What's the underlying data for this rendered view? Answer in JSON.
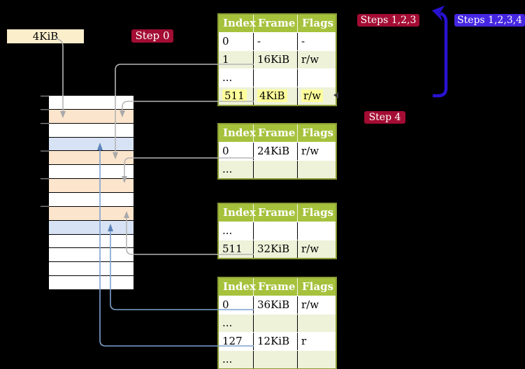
{
  "colors": {
    "background": "#000000",
    "crimson_badge": "#a30c33",
    "violet_badge": "#4527e2",
    "big_arrow_blue": "#2812d1",
    "table_header_green": "#a6c23d",
    "table_border_olive": "#8a9c35",
    "table_row_light": "#eef2d9",
    "highlight_yellow": "#ffff9c",
    "frame_box_beige": "#fbeecb",
    "mem_orange": "#fce5cd",
    "mem_blue": "#d7e3f4",
    "connector_gray": "#b5b5b5",
    "connector_blue": "#7fa1cf"
  },
  "labels": {
    "frame_size": "4KiB",
    "step0": "Step 0",
    "steps123": "Steps 1,2,3",
    "steps1234": "Steps 1,2,3,4",
    "step4": "Step 4"
  },
  "tables": [
    {
      "headers": [
        "Index",
        "Frame",
        "Flags"
      ],
      "rows": [
        {
          "cells": [
            "0",
            "-",
            "-"
          ],
          "shaded": false,
          "highlighted": false
        },
        {
          "cells": [
            "1",
            "16KiB",
            "r/w"
          ],
          "shaded": true,
          "highlighted": false
        },
        {
          "cells": [
            "...",
            "",
            ""
          ],
          "shaded": false,
          "highlighted": false
        },
        {
          "cells": [
            "511",
            "4KiB",
            "r/w"
          ],
          "shaded": true,
          "highlighted": true
        }
      ]
    },
    {
      "headers": [
        "Index",
        "Frame",
        "Flags"
      ],
      "rows": [
        {
          "cells": [
            "0",
            "24KiB",
            "r/w"
          ],
          "shaded": false,
          "highlighted": false
        },
        {
          "cells": [
            "...",
            "",
            ""
          ],
          "shaded": true,
          "highlighted": false
        }
      ]
    },
    {
      "headers": [
        "Index",
        "Frame",
        "Flags"
      ],
      "rows": [
        {
          "cells": [
            "...",
            "",
            ""
          ],
          "shaded": false,
          "highlighted": false
        },
        {
          "cells": [
            "511",
            "32KiB",
            "r/w"
          ],
          "shaded": true,
          "highlighted": false
        }
      ]
    },
    {
      "headers": [
        "Index",
        "Frame",
        "Flags"
      ],
      "rows": [
        {
          "cells": [
            "0",
            "36KiB",
            "r/w"
          ],
          "shaded": false,
          "highlighted": false
        },
        {
          "cells": [
            "...",
            "",
            ""
          ],
          "shaded": true,
          "highlighted": false
        },
        {
          "cells": [
            "127",
            "12KiB",
            "r"
          ],
          "shaded": false,
          "highlighted": false
        },
        {
          "cells": [
            "...",
            "",
            ""
          ],
          "shaded": true,
          "highlighted": false
        }
      ]
    }
  ],
  "memory_column": {
    "rows": [
      "white",
      "orange",
      "white",
      "blue",
      "orange",
      "white",
      "orange",
      "white",
      "orange",
      "blue",
      "white",
      "white",
      "white",
      "white"
    ]
  }
}
